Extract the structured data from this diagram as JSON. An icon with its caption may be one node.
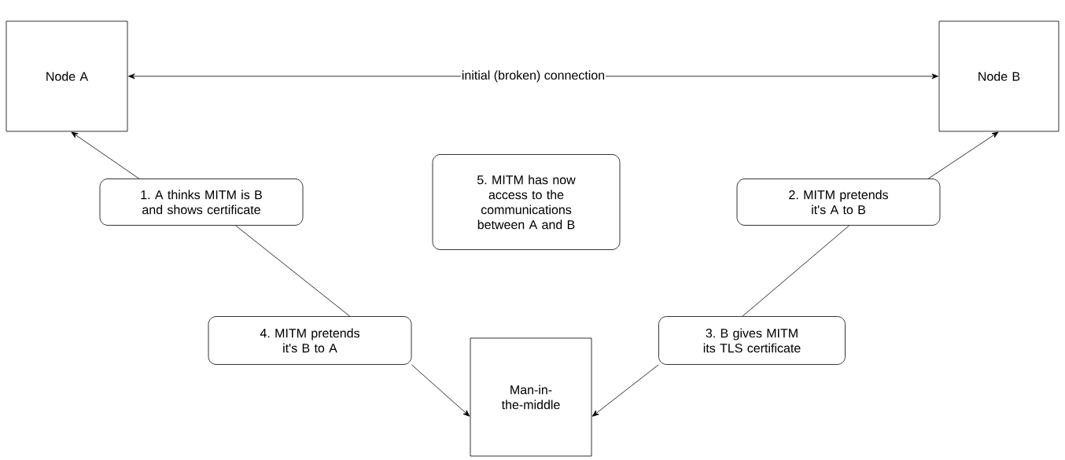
{
  "diagram": {
    "nodes": [
      {
        "text": [
          "Node A"
        ]
      },
      {
        "text": [
          "Node B"
        ]
      },
      {
        "text": [
          "1. A thinks MITM is B and shows certificate"
        ]
      },
      {
        "text": [
          "5. MITM has now access to the communications between A and B"
        ]
      },
      {
        "text": [
          "2. MITM pretends it's A to B"
        ]
      },
      {
        "text": [
          "4. MITM pretends it's B to A"
        ]
      },
      {
        "text": [
          "3. B gives MITM its TLS certificate"
        ]
      },
      {
        "text": [
          "Man-in-the-middle"
        ]
      }
    ],
    "edges": [
      {
        "from": 0,
        "to": 1,
        "arrow": "both",
        "label": "initial (broken) connection"
      },
      {
        "from": 2,
        "to": 0,
        "arrow": "to"
      },
      {
        "from": 5,
        "to": 2,
        "arrow": "none"
      },
      {
        "from": 5,
        "to": 7,
        "arrow": "to"
      },
      {
        "from": 4,
        "to": 1,
        "arrow": "to"
      },
      {
        "from": 6,
        "to": 4,
        "arrow": "none"
      },
      {
        "from": 6,
        "to": 7,
        "arrow": "to"
      }
    ]
  }
}
